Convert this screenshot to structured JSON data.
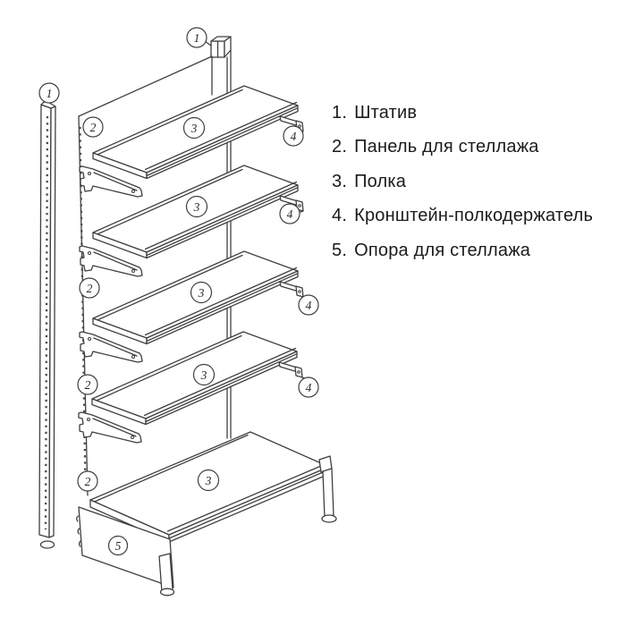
{
  "diagram": {
    "description": "exploded line drawing of a wall shelving unit",
    "callout_labels": {
      "c1": "1",
      "c2": "2",
      "c3": "3",
      "c4": "4",
      "c5": "5"
    }
  },
  "legend": {
    "items": [
      {
        "prefix": "1.",
        "label": "Штатив"
      },
      {
        "prefix": "2.",
        "label": "Панель для стеллажа"
      },
      {
        "prefix": "3.",
        "label": "Полка"
      },
      {
        "prefix": "4.",
        "label": "Кронштейн-полкодержатель"
      },
      {
        "prefix": "5.",
        "label": "Опора для стеллажа"
      }
    ]
  },
  "colors": {
    "line": "#3f3f3f",
    "text": "#1b1b1b",
    "background": "#ffffff"
  }
}
